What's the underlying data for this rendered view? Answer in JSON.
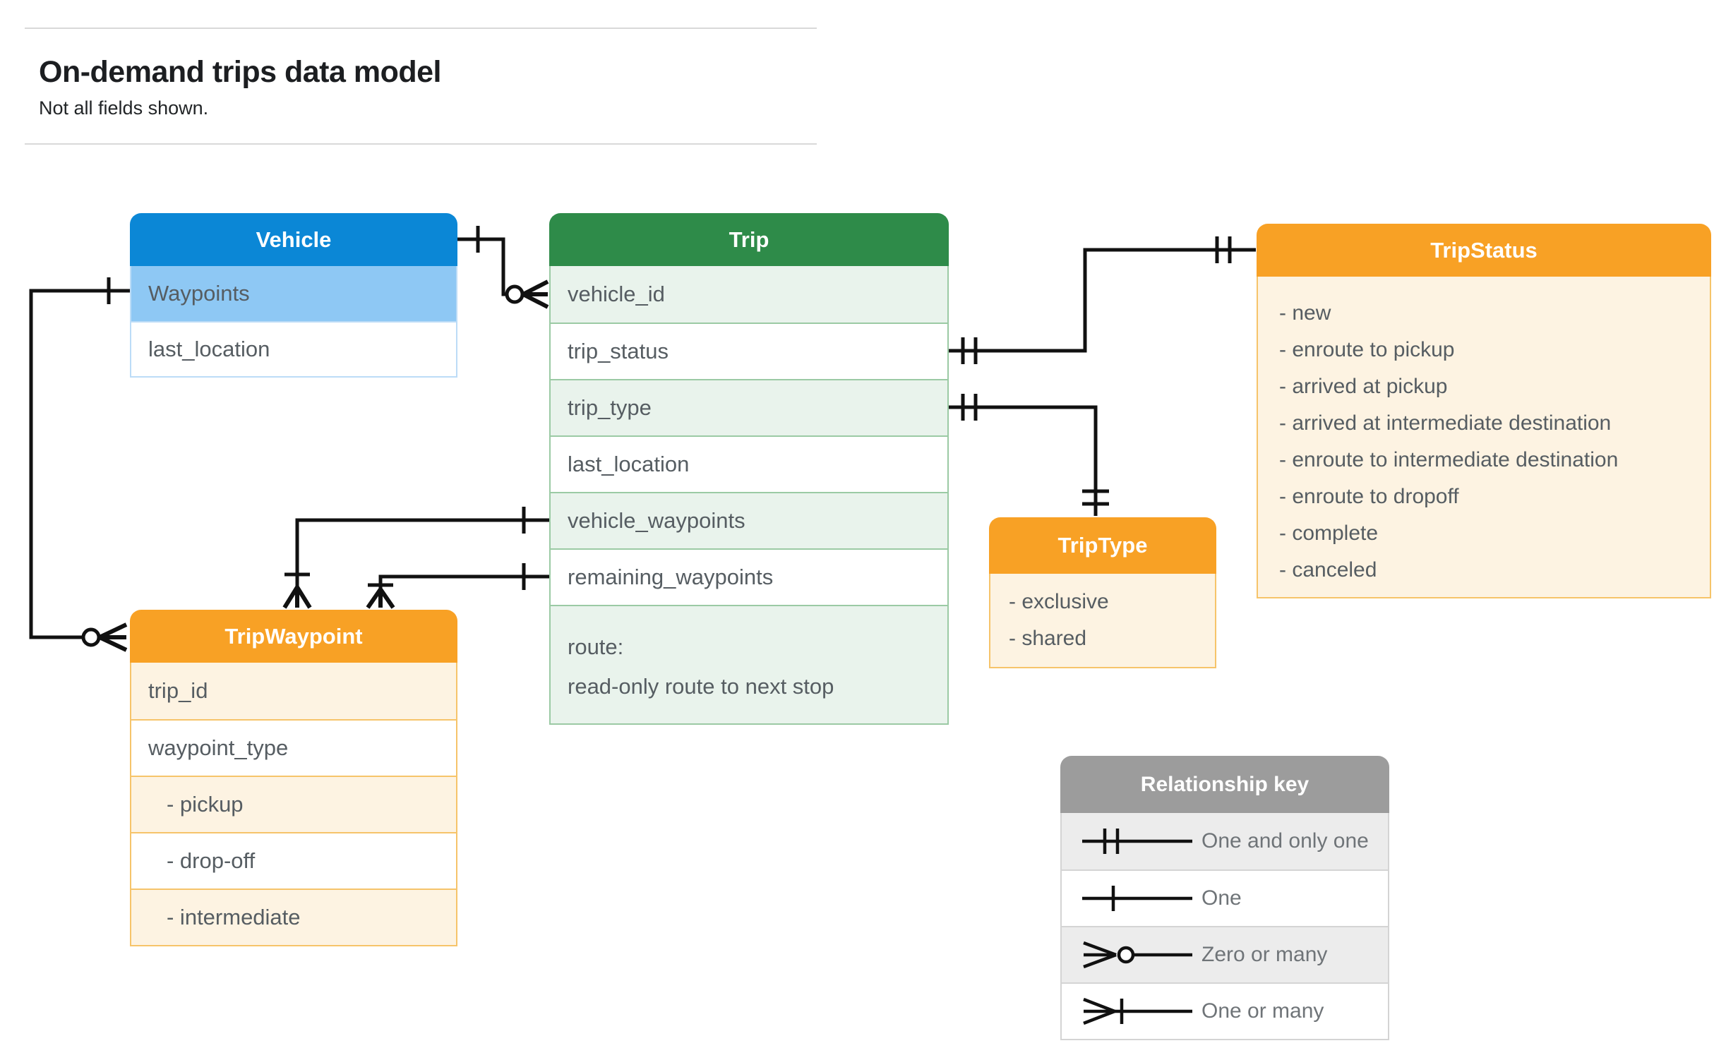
{
  "header": {
    "title": "On-demand trips data model",
    "subtitle": "Not all fields shown."
  },
  "entities": {
    "vehicle": {
      "title": "Vehicle",
      "rows": [
        "Waypoints",
        "last_location"
      ]
    },
    "trip": {
      "title": "Trip",
      "rows": [
        "vehicle_id",
        "trip_status",
        "trip_type",
        "last_location",
        "vehicle_waypoints",
        "remaining_waypoints"
      ],
      "route": {
        "line1": "route:",
        "line2": "read-only route to next stop"
      }
    },
    "trip_status": {
      "title": "TripStatus",
      "items": [
        "- new",
        "- enroute to pickup",
        "- arrived at pickup",
        "- arrived at intermediate destination",
        "- enroute to intermediate destination",
        "- enroute to dropoff",
        "- complete",
        "- canceled"
      ]
    },
    "trip_type": {
      "title": "TripType",
      "items": [
        "- exclusive",
        "- shared"
      ]
    },
    "trip_waypoint": {
      "title": "TripWaypoint",
      "rows": [
        "trip_id",
        "waypoint_type",
        "- pickup",
        "- drop-off",
        "- intermediate"
      ]
    }
  },
  "relationships": [
    {
      "from": "Vehicle",
      "to": "Trip.vehicle_id",
      "from_symbol": "one",
      "to_symbol": "zero or many"
    },
    {
      "from": "Trip.trip_status",
      "to": "TripStatus",
      "from_symbol": "one and only one",
      "to_symbol": "one and only one"
    },
    {
      "from": "Trip.trip_type",
      "to": "TripType",
      "from_symbol": "one and only one",
      "to_symbol": "one and only one"
    },
    {
      "from": "Trip.vehicle_waypoints",
      "to": "TripWaypoint",
      "from_symbol": "one",
      "to_symbol": "one or many"
    },
    {
      "from": "Trip.remaining_waypoints",
      "to": "TripWaypoint",
      "from_symbol": "one",
      "to_symbol": "one or many"
    },
    {
      "from": "Vehicle.Waypoints",
      "to": "TripWaypoint",
      "from_symbol": "one",
      "to_symbol": "zero or many"
    }
  ],
  "legend": {
    "title": "Relationship key",
    "items": [
      {
        "symbol": "one-and-only-one",
        "label": "One and only one"
      },
      {
        "symbol": "one",
        "label": "One"
      },
      {
        "symbol": "zero-or-many",
        "label": "Zero or many"
      },
      {
        "symbol": "one-or-many",
        "label": "One or many"
      }
    ]
  },
  "colors": {
    "vehicle_header": "#0b87d6",
    "vehicle_row": "#8ec8f4",
    "trip_header": "#2e8b49",
    "trip_row": "#e9f3ec",
    "enum_header": "#f8a125",
    "enum_row": "#fdf3e2",
    "legend_header": "#9c9c9c",
    "legend_row": "#ececec",
    "connector": "#111111"
  }
}
